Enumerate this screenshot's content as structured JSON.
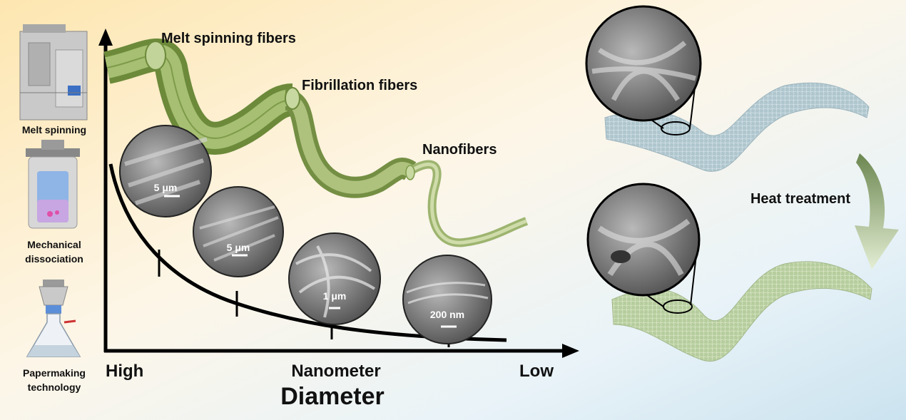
{
  "left_panel": {
    "melt_spinning": "Melt spinning",
    "mechanical_line1": "Mechanical",
    "mechanical_line2": "dissociation",
    "papermaking_line1": "Papermaking",
    "papermaking_line2": "technology"
  },
  "fibers": {
    "melt": "Melt spinning fibers",
    "fibrillation": "Fibrillation fibers",
    "nano": "Nanofibers"
  },
  "sem_scale_bars": [
    "5 μm",
    "5 μm",
    "1 μm",
    "200 nm"
  ],
  "axis": {
    "x_left": "High",
    "x_mid": "Nanometer",
    "x_right": "Low",
    "x_title": "Diameter"
  },
  "right_panel": {
    "heat_label": "Heat treatment"
  },
  "colors": {
    "fiber_green": "#8fa85a",
    "mat_blue": "#b3c9d0",
    "mat_green": "#bcd2a6",
    "arrow_green": "#7f9b5c"
  }
}
